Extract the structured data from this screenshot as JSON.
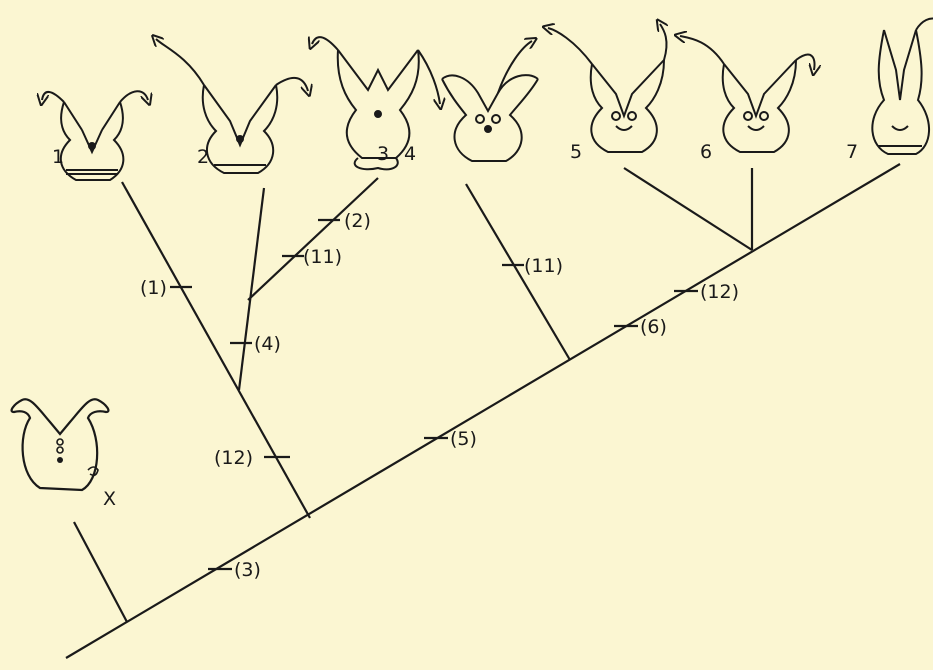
{
  "taxa": [
    {
      "id": "1",
      "label": "1"
    },
    {
      "id": "2",
      "label": "2"
    },
    {
      "id": "3",
      "label": "3"
    },
    {
      "id": "4",
      "label": "4"
    },
    {
      "id": "5",
      "label": "5"
    },
    {
      "id": "6",
      "label": "6"
    },
    {
      "id": "7",
      "label": "7"
    }
  ],
  "outgroup": {
    "label": "X"
  },
  "characters": [
    {
      "label": "(1)"
    },
    {
      "label": "(2)"
    },
    {
      "label": "(11)"
    },
    {
      "label": "(4)"
    },
    {
      "label": "(12)"
    },
    {
      "label": "(3)"
    },
    {
      "label": "(5)"
    },
    {
      "label": "(11)"
    },
    {
      "label": "(6)"
    },
    {
      "label": "(12)"
    }
  ],
  "colors": {
    "background": "#fbf6d2",
    "ink": "#1a1a1a"
  }
}
